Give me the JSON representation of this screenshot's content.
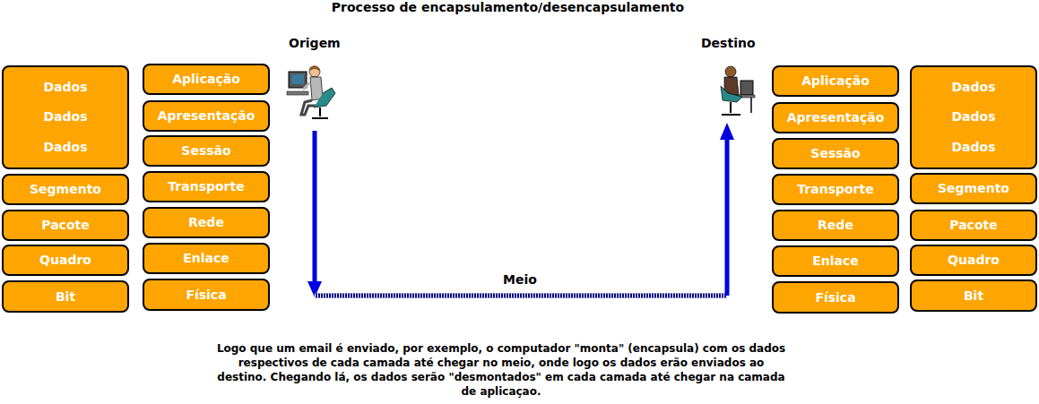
{
  "diagram": {
    "title": "Processo de encapsulamento/desencapsulamento",
    "caption": "Logo que um email é enviado, por exemplo, o computador \"monta\" (encapsula) com os dados respectivos de cada camada até chegar no meio, onde logo os dados erão enviados ao destino. Chegando lá, os dados serão \"desmontados\" em cada camada até chegar na camada de aplicaçao.",
    "nodes": [
      {
        "text": [
          "Dados",
          "Dados",
          "Dados"
        ]
      },
      {
        "text": [
          "Segmento"
        ]
      },
      {
        "text": [
          "Pacote"
        ]
      },
      {
        "text": [
          "Quadro"
        ]
      },
      {
        "text": [
          "Bit"
        ]
      },
      {
        "text": [
          "Aplicação"
        ]
      },
      {
        "text": [
          "Apresentação"
        ]
      },
      {
        "text": [
          "Sessão"
        ]
      },
      {
        "text": [
          "Transporte"
        ]
      },
      {
        "text": [
          "Rede"
        ]
      },
      {
        "text": [
          "Enlace"
        ]
      },
      {
        "text": [
          "Física"
        ]
      },
      {
        "text": [
          "Aplicação"
        ]
      },
      {
        "text": [
          "Apresentação"
        ]
      },
      {
        "text": [
          "Sessão"
        ]
      },
      {
        "text": [
          "Transporte"
        ]
      },
      {
        "text": [
          "Rede"
        ]
      },
      {
        "text": [
          "Enlace"
        ]
      },
      {
        "text": [
          "Física"
        ]
      },
      {
        "text": [
          "Dados",
          "Dados",
          "Dados"
        ]
      },
      {
        "text": [
          "Segmento"
        ]
      },
      {
        "text": [
          "Pacote"
        ]
      },
      {
        "text": [
          "Quadro"
        ]
      },
      {
        "text": [
          "Bit"
        ]
      }
    ],
    "labels": [
      "Origem",
      "Destino",
      "Meio"
    ]
  }
}
